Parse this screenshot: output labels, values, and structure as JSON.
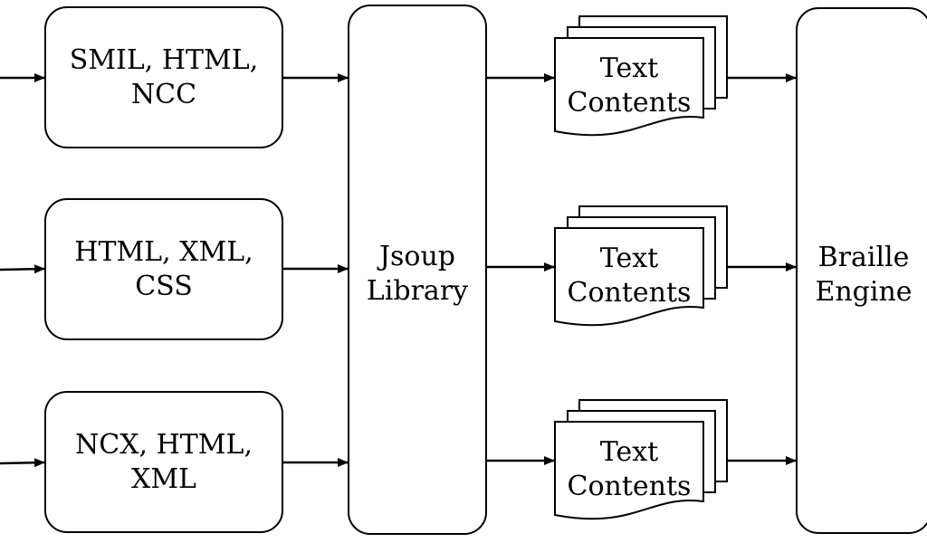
{
  "inputs": [
    {
      "line1": "SMIL, HTML,",
      "line2": "NCC"
    },
    {
      "line1": "HTML, XML,",
      "line2": "CSS"
    },
    {
      "line1": "NCX, HTML,",
      "line2": "XML"
    }
  ],
  "library": {
    "line1": "Jsoup",
    "line2": "Library"
  },
  "outputs": [
    {
      "line1": "Text",
      "line2": "Contents"
    },
    {
      "line1": "Text",
      "line2": "Contents"
    },
    {
      "line1": "Text",
      "line2": "Contents"
    }
  ],
  "engine": {
    "line1": "Braille",
    "line2": "Engine"
  }
}
